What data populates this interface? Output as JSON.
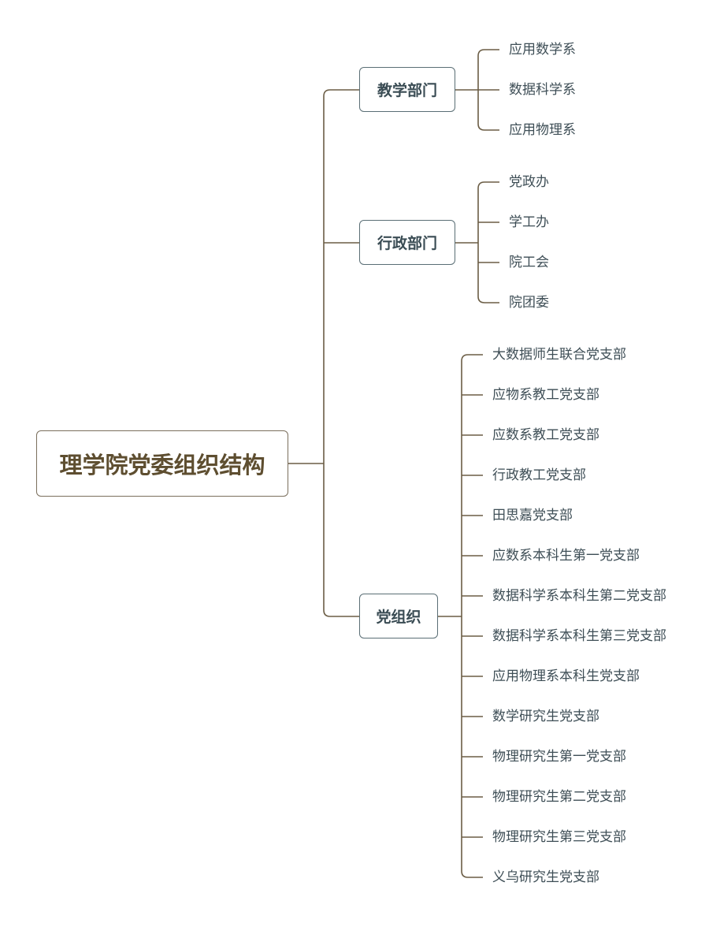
{
  "root": {
    "label": "理学院党委组织结构"
  },
  "branches": [
    {
      "label": "教学部门",
      "children": [
        "应用数学系",
        "数据科学系",
        "应用物理系"
      ]
    },
    {
      "label": "行政部门",
      "children": [
        "党政办",
        "学工办",
        "院工会",
        "院团委"
      ]
    },
    {
      "label": "党组织",
      "children": [
        "大数据师生联合党支部",
        "应物系教工党支部",
        "应数系教工党支部",
        "行政教工党支部",
        "田思嘉党支部",
        "应数系本科生第一党支部",
        "数据科学系本科生第二党支部",
        "数据科学系本科生第三党支部",
        "应用物理系本科生党支部",
        "数学研究生党支部",
        "物理研究生第一党支部",
        "物理研究生第二党支部",
        "物理研究生第三党支部",
        "义乌研究生党支部"
      ]
    }
  ],
  "colors": {
    "connector": "#6b5d45",
    "box_border": "#5a6e75",
    "root_text": "#5e4e30",
    "text": "#3e4e56"
  }
}
